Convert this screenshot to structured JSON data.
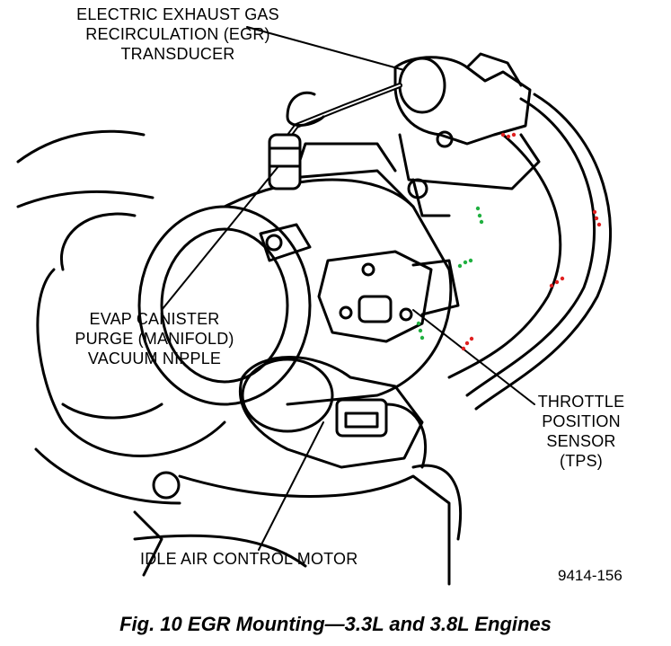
{
  "labels": {
    "egr": [
      "ELECTRIC EXHAUST GAS",
      "RECIRCULATION (EGR)",
      "TRANSDUCER"
    ],
    "evap": [
      "EVAP CANISTER",
      "PURGE (MANIFOLD)",
      "VACUUM NIPPLE"
    ],
    "tps": [
      "THROTTLE",
      "POSITION",
      "SENSOR",
      "(TPS)"
    ],
    "iac": "IDLE AIR CONTROL MOTOR"
  },
  "figure_id": "9414-156",
  "caption": "Fig. 10 EGR Mounting—3.3L and 3.8L Engines",
  "colors": {
    "ink": "#000000",
    "marker_red": "#e02020",
    "marker_green": "#20b040"
  }
}
